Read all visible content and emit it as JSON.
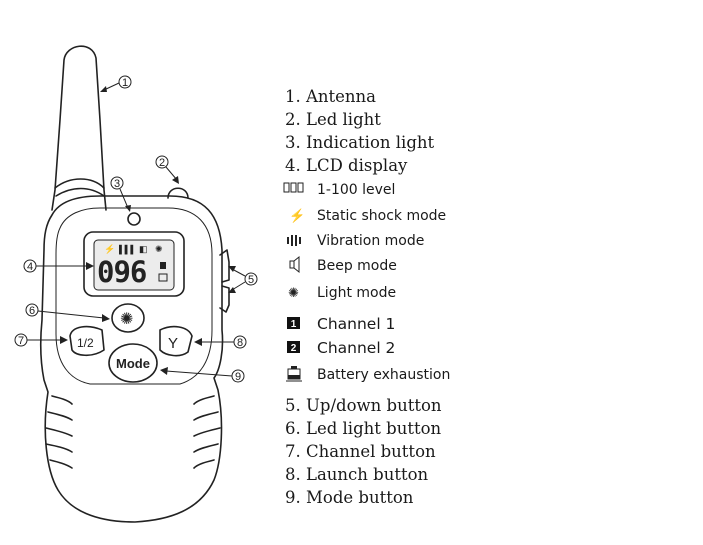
{
  "device": {
    "lcd_value": "096",
    "mode_label": "Mode",
    "half_label": "1/2"
  },
  "callouts": [
    "1",
    "2",
    "3",
    "4",
    "5",
    "6",
    "7",
    "8",
    "9"
  ],
  "legend": {
    "items": [
      "1. Antenna",
      "2. Led light",
      "3. Indication light",
      "4. LCD display"
    ],
    "icons": [
      {
        "icon": "level-digits-icon",
        "label": "1-100 level"
      },
      {
        "icon": "lightning-icon",
        "label": "Static shock mode"
      },
      {
        "icon": "vibration-icon",
        "label": "Vibration mode"
      },
      {
        "icon": "speaker-icon",
        "label": "Beep mode"
      },
      {
        "icon": "bulb-icon",
        "label": "Light mode"
      }
    ],
    "channels": [
      {
        "badge": "1",
        "label": "Channel 1"
      },
      {
        "badge": "2",
        "label": "Channel 2"
      }
    ],
    "battery": {
      "icon": "battery-icon",
      "label": "Battery exhaustion"
    },
    "buttons": [
      "5. Up/down button",
      "6. Led light button",
      "7. Channel button",
      "8. Launch button",
      "9. Mode button"
    ]
  },
  "colors": {
    "ink": "#222222",
    "lcd_bg": "#ececec",
    "background": "#ffffff"
  }
}
